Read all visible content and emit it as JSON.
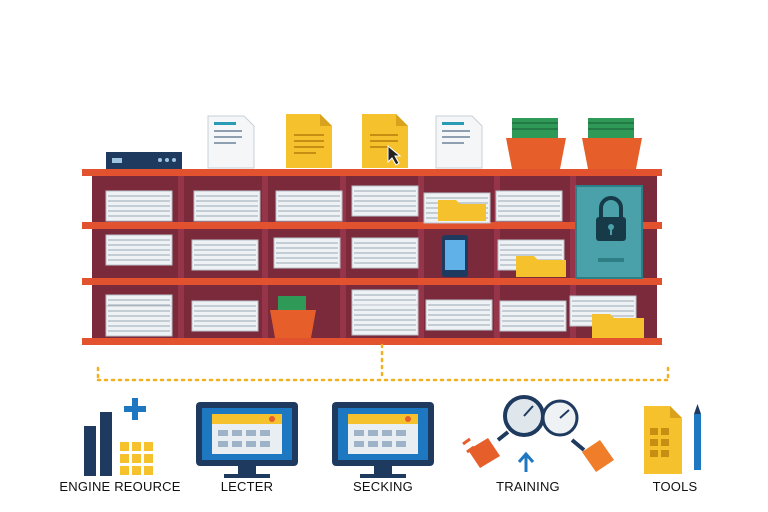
{
  "colors": {
    "shelf": "#e2522f",
    "back_panel": "#7a2a3a",
    "paper": "#eef2f5",
    "folder": "#f5c22e",
    "navy": "#1e3a5f",
    "teal": "#4aa1a9",
    "blue": "#1d78c1",
    "dotted_line": "#f0b020",
    "green": "#2f9a57"
  },
  "top_items": [
    {
      "name": "router-icon"
    },
    {
      "name": "text-document-icon"
    },
    {
      "name": "yellow-document-icon"
    },
    {
      "name": "yellow-document-cursor-icon"
    },
    {
      "name": "text-document-icon"
    },
    {
      "name": "plant-pot-icon"
    },
    {
      "name": "plant-pot-icon"
    }
  ],
  "bottom_items": [
    {
      "label": "ENGINE REOURCE",
      "icon": "bar-chart-icon"
    },
    {
      "label": "LECTER",
      "icon": "monitor-icon"
    },
    {
      "label": "SECKING",
      "icon": "monitor-icon"
    },
    {
      "label": "TRAINING",
      "icon": "gauges-plug-icon"
    },
    {
      "label": "TOOLS",
      "icon": "document-pencil-icon"
    }
  ]
}
